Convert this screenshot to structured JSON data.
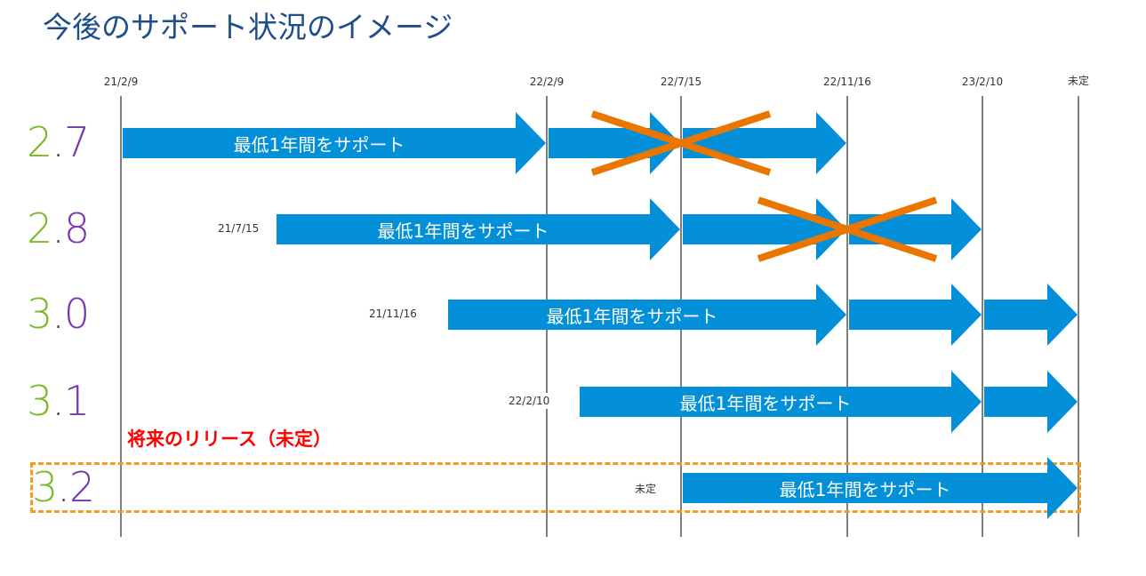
{
  "title": "今後のサポート状況のイメージ",
  "timeline": {
    "ticks": [
      {
        "label": "21/2/9",
        "key": "t0"
      },
      {
        "label": "22/2/9",
        "key": "t1"
      },
      {
        "label": "22/7/15",
        "key": "t2"
      },
      {
        "label": "22/11/16",
        "key": "t3"
      },
      {
        "label": "23/2/10",
        "key": "t4"
      },
      {
        "label": "未定",
        "key": "t5"
      }
    ]
  },
  "support_text": "最低1年間をサポート",
  "future_label": "将来のリリース（未定）",
  "colors": {
    "arrow": "#0390d9",
    "cross": "#ea7600",
    "major": "#7ab929",
    "minor": "#7a35b0",
    "title": "#1f4e8c",
    "future": "#ff0000",
    "dashed_box": "#f39a22"
  },
  "versions": [
    {
      "major": "2",
      "dot": ".",
      "minor": "7",
      "start_label": "",
      "segments": [
        {
          "from": "t0",
          "to": "t1",
          "labeled": true,
          "cancelled": false
        },
        {
          "from": "t1",
          "to": "t2",
          "labeled": false,
          "cancelled": true
        },
        {
          "from": "t2",
          "to": "t3",
          "labeled": false,
          "cancelled": true
        }
      ]
    },
    {
      "major": "2",
      "dot": ".",
      "minor": "8",
      "start_label": "21/7/15",
      "segments": [
        {
          "from": "21/7/15",
          "to": "t2",
          "labeled": true,
          "cancelled": false
        },
        {
          "from": "t2",
          "to": "t3",
          "labeled": false,
          "cancelled": true
        },
        {
          "from": "t3",
          "to": "t4",
          "labeled": false,
          "cancelled": true
        }
      ]
    },
    {
      "major": "3",
      "dot": ".",
      "minor": "0",
      "start_label": "21/11/16",
      "segments": [
        {
          "from": "21/11/16",
          "to": "t3",
          "labeled": true,
          "cancelled": false
        },
        {
          "from": "t3",
          "to": "t4",
          "labeled": false,
          "cancelled": false
        },
        {
          "from": "t4",
          "to": "t5",
          "labeled": false,
          "cancelled": false
        }
      ]
    },
    {
      "major": "3",
      "dot": ".",
      "minor": "1",
      "start_label": "22/2/10",
      "segments": [
        {
          "from": "22/2/10",
          "to": "t4",
          "labeled": true,
          "cancelled": false
        },
        {
          "from": "t4",
          "to": "t5",
          "labeled": false,
          "cancelled": false
        }
      ]
    },
    {
      "major": "3",
      "dot": ".",
      "minor": "2",
      "start_label": "未定",
      "segments": [
        {
          "from": "未定",
          "to": "t5",
          "labeled": true,
          "cancelled": false
        }
      ]
    }
  ]
}
